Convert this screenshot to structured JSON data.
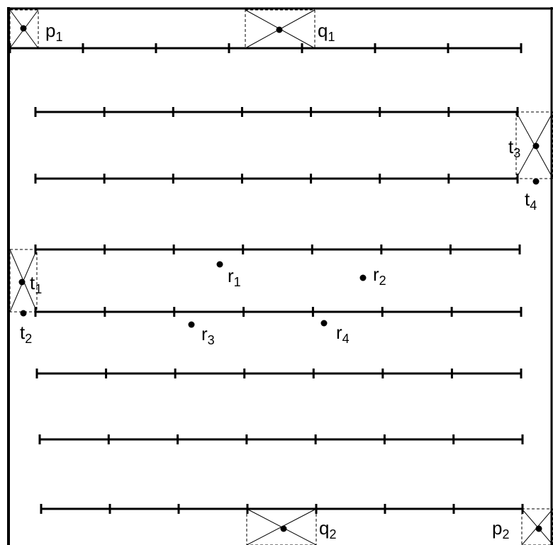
{
  "colors": {
    "ink": "#000000",
    "background": "#ffffff",
    "frame": "#000000"
  },
  "rows": 8,
  "ticks_per_row": 8,
  "labels": {
    "p1": {
      "base": "p",
      "sub": "1"
    },
    "q1": {
      "base": "q",
      "sub": "1"
    },
    "t3": {
      "base": "t",
      "sub": "3"
    },
    "t4": {
      "base": "t",
      "sub": "4"
    },
    "t1": {
      "base": "t",
      "sub": "1"
    },
    "t2": {
      "base": "t",
      "sub": "2"
    },
    "r1": {
      "base": "r",
      "sub": "1"
    },
    "r2": {
      "base": "r",
      "sub": "2"
    },
    "r3": {
      "base": "r",
      "sub": "3"
    },
    "r4": {
      "base": "r",
      "sub": "4"
    },
    "q2": {
      "base": "q",
      "sub": "2"
    },
    "p2": {
      "base": "p",
      "sub": "2"
    }
  }
}
